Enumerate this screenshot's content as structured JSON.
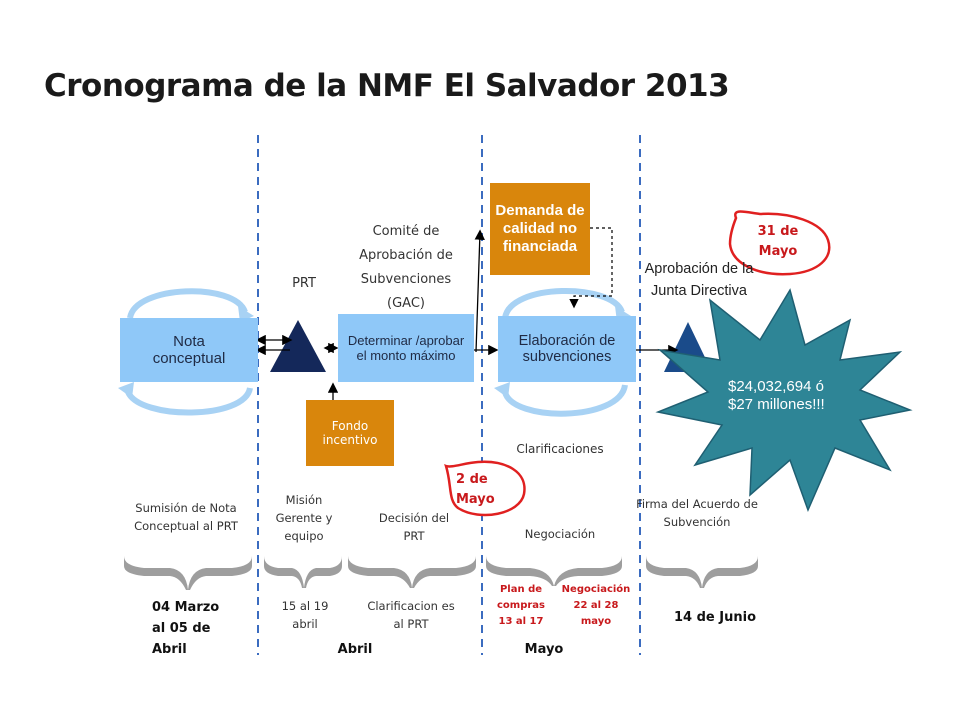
{
  "title": "Cronograma de la NMF El Salvador 2013",
  "colors": {
    "box_blue": "#8fc8f8",
    "box_orange": "#d9860c",
    "triangle": "#14285a",
    "star": "#2e8596",
    "callout_red": "#e02020",
    "divider": "#3b6cc0"
  },
  "boxes": {
    "nota": "Nota conceptual",
    "determinar": "Determinar /aprobar el monto máximo",
    "elaboracion": "Elaboración de subvenciones",
    "demanda": "Demanda de calidad no financiada",
    "fondo": "Fondo incentivo"
  },
  "labels": {
    "prt": "PRT",
    "comite": "Comité de Aprobación de Subvenciones (GAC)",
    "aprobacion": "Aprobación de la Junta Directiva",
    "clarificaciones": "Clarificaciones",
    "star_text": "$24,032,694 ó $27 millones!!!"
  },
  "callouts": {
    "mayo31": "31 de Mayo",
    "mayo2": "2 de Mayo"
  },
  "timeline": {
    "sumision": "Sumisión de Nota Conceptual al PRT",
    "mision": "Misión Gerente y equipo",
    "decision": "Decisión del PRT",
    "negociacion": "Negociación",
    "firma": "Firma del Acuerdo de Subvención",
    "date1": "04 Marzo al 05 de Abril",
    "date2": "15 al 19 abril",
    "date3": "Clarificacion es al PRT",
    "plan": "Plan de compras 13 al 17",
    "neg_dates": "Negociación 22 al 28 mayo",
    "date5": "14 de Junio",
    "month_abril": "Abril",
    "month_mayo": "Mayo"
  }
}
